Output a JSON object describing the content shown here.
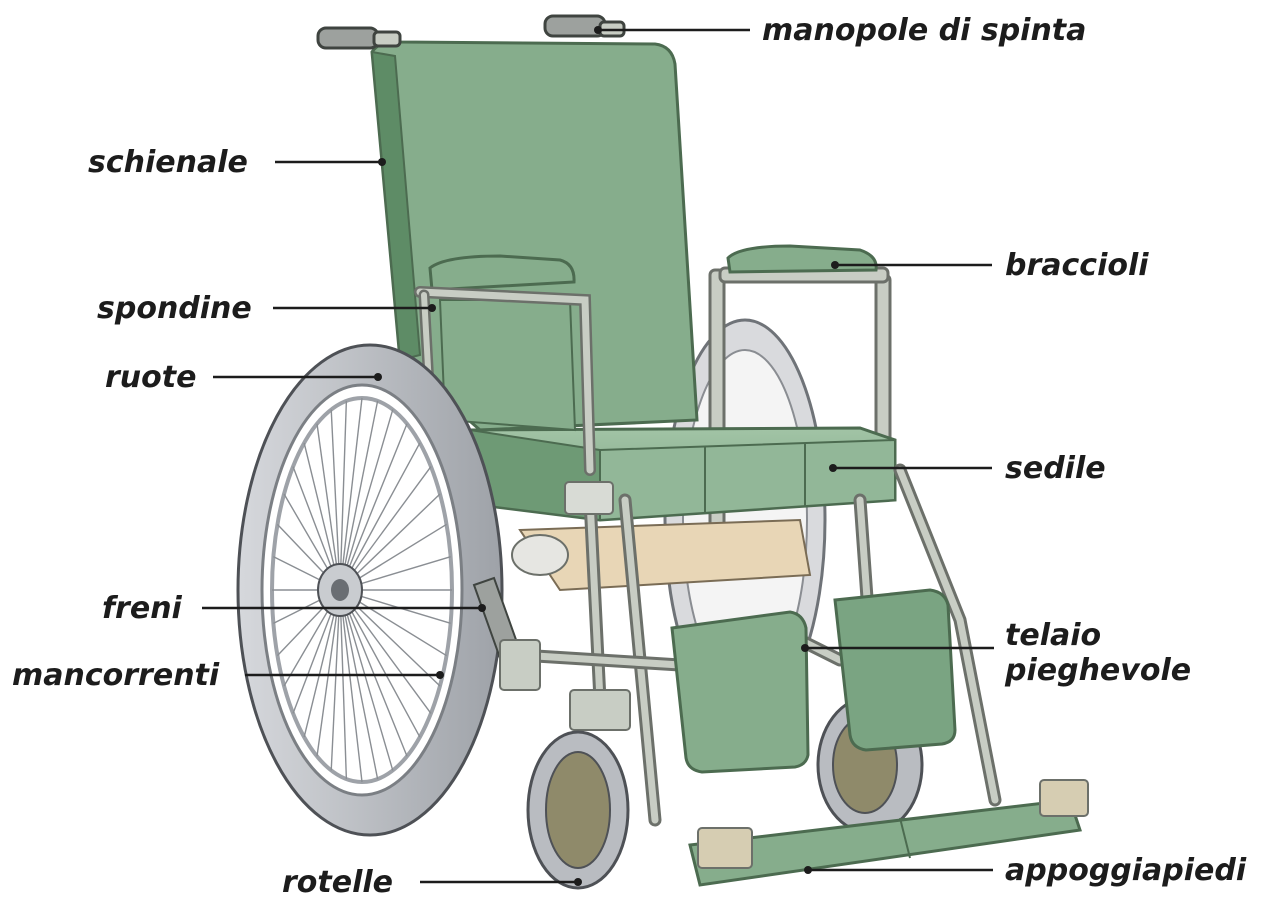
{
  "diagram": {
    "subject": "wheelchair",
    "colors": {
      "upholstery": "#86ad8c",
      "upholstery_dark": "#5e8c66",
      "frame": "#c8cdc4",
      "tire": "#b9bcc1",
      "cushion_beige": "#e8d6b6",
      "leader_line": "#1c1c1c",
      "text": "#1c1c1c"
    },
    "labels": {
      "push_handles": "manopole di spinta",
      "backrest": "schienale",
      "armrests": "braccioli",
      "side_guards": "spondine",
      "wheels": "ruote",
      "seat": "sedile",
      "brakes": "freni",
      "folding_frame": "telaio\npieghevole",
      "handrims": "mancorrenti",
      "casters": "rotelle",
      "footrests": "appoggiapiedi"
    }
  }
}
